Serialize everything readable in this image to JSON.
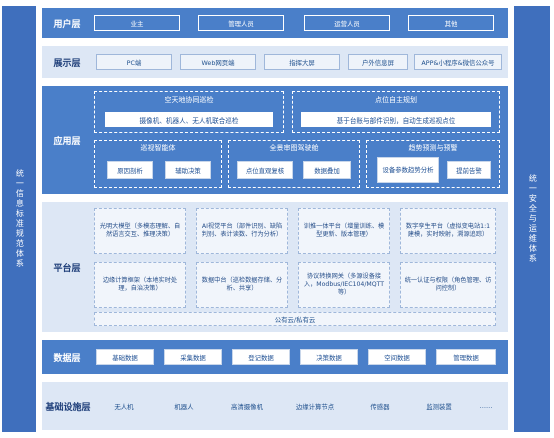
{
  "left_side": "统一信息标准规范体系",
  "right_side": "统一安全与运维体系",
  "user_layer": {
    "label": "用户层",
    "items": [
      "业主",
      "管理人员",
      "运营人员",
      "其他"
    ]
  },
  "display_layer": {
    "label": "展示层",
    "items": [
      "PC端",
      "Web网页端",
      "指挥大屏",
      "户外信息屏",
      "APP&小程序&微信公众号"
    ]
  },
  "app_layer": {
    "label": "应用层",
    "space_patrol": {
      "title": "空天地协同巡检",
      "item": "摄像机、机器人、无人机联合巡检"
    },
    "auto_plan": {
      "title": "点位自主规划",
      "item": "基于台账与部件识别，自动生成巡视点位"
    },
    "smart_body": {
      "title": "巡视智能体",
      "items": [
        "原因剖析",
        "辅助决策"
      ]
    },
    "scene_twin": {
      "title": "全景审图驾驶舱",
      "items": [
        "点位直观复核",
        "数据叠加"
      ]
    },
    "trend": {
      "title": "趋势预测与预警",
      "items": [
        "设备参数趋势分析",
        "提前告警"
      ]
    }
  },
  "platform_layer": {
    "label": "平台层",
    "row1": [
      "光明大模型（多模态理解、自然语言交互、推理决策）",
      "AI视觉平台（部件识别、缺陷判别、表计读数、行为分析）",
      "训推一体平台（增量训练、模型更新、版本管理）",
      "数字孪生平台（虚拟变电站1:1建模，实时映射，溯源追踪）"
    ],
    "row2": [
      "边缘计算框架（本地实时处理，自治决策）",
      "数据中台（巡检数据存储、分析、共享）",
      "协议转换网关（多源设备接入，Modbus/IEC104/MQTT等）",
      "统一认证与权限（角色管理、访问控制）"
    ],
    "cloud": "公有云/私有云"
  },
  "data_layer": {
    "label": "数据层",
    "items": [
      "基础数据",
      "采集数据",
      "登记数据",
      "决策数据",
      "空间数据",
      "管理数据"
    ]
  },
  "infra_layer": {
    "label": "基础设施层",
    "items": [
      "无人机",
      "机器人",
      "高清摄像机",
      "边缘计算节点",
      "传感器",
      "监测装置",
      "……"
    ]
  }
}
